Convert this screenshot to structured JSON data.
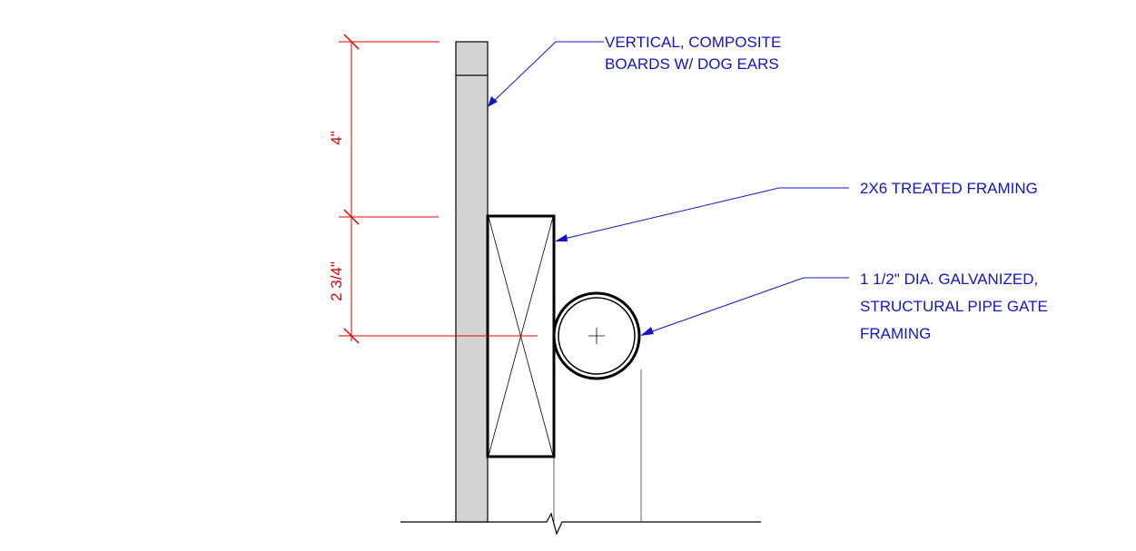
{
  "colors": {
    "annotation": "#1414c8",
    "dimension": "#e00000",
    "board_fill": "#d4d4d4",
    "linework": "#000000"
  },
  "callouts": {
    "boards": {
      "lines": [
        "VERTICAL, COMPOSITE",
        "BOARDS W/ DOG EARS"
      ]
    },
    "framing": {
      "lines": [
        "2X6 TREATED FRAMING"
      ]
    },
    "pipe": {
      "lines": [
        "1 1/2\" DIA. GALVANIZED,",
        "STRUCTURAL PIPE GATE",
        "FRAMING"
      ]
    }
  },
  "dimensions": {
    "upper": "4\"",
    "lower": "2 3/4\""
  }
}
